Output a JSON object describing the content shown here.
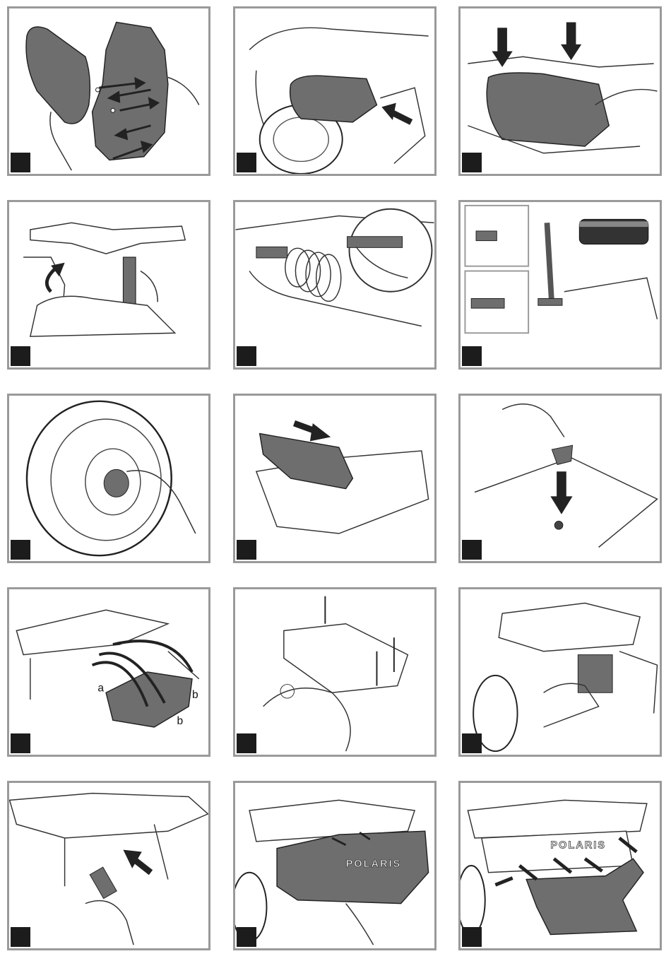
{
  "colors": {
    "frame": "#9a9a9a",
    "step_tab": "#1c1c1c",
    "part_fill": "#6e6e6e",
    "arrow": "#222222",
    "line": "#333333"
  },
  "panel_11": {
    "label_a": "a",
    "label_b_upper": "b",
    "label_b_lower": "b"
  },
  "panel_14": {
    "logo_text": "POLARIS"
  },
  "panel_15": {
    "logo_text": "POLARIS"
  }
}
